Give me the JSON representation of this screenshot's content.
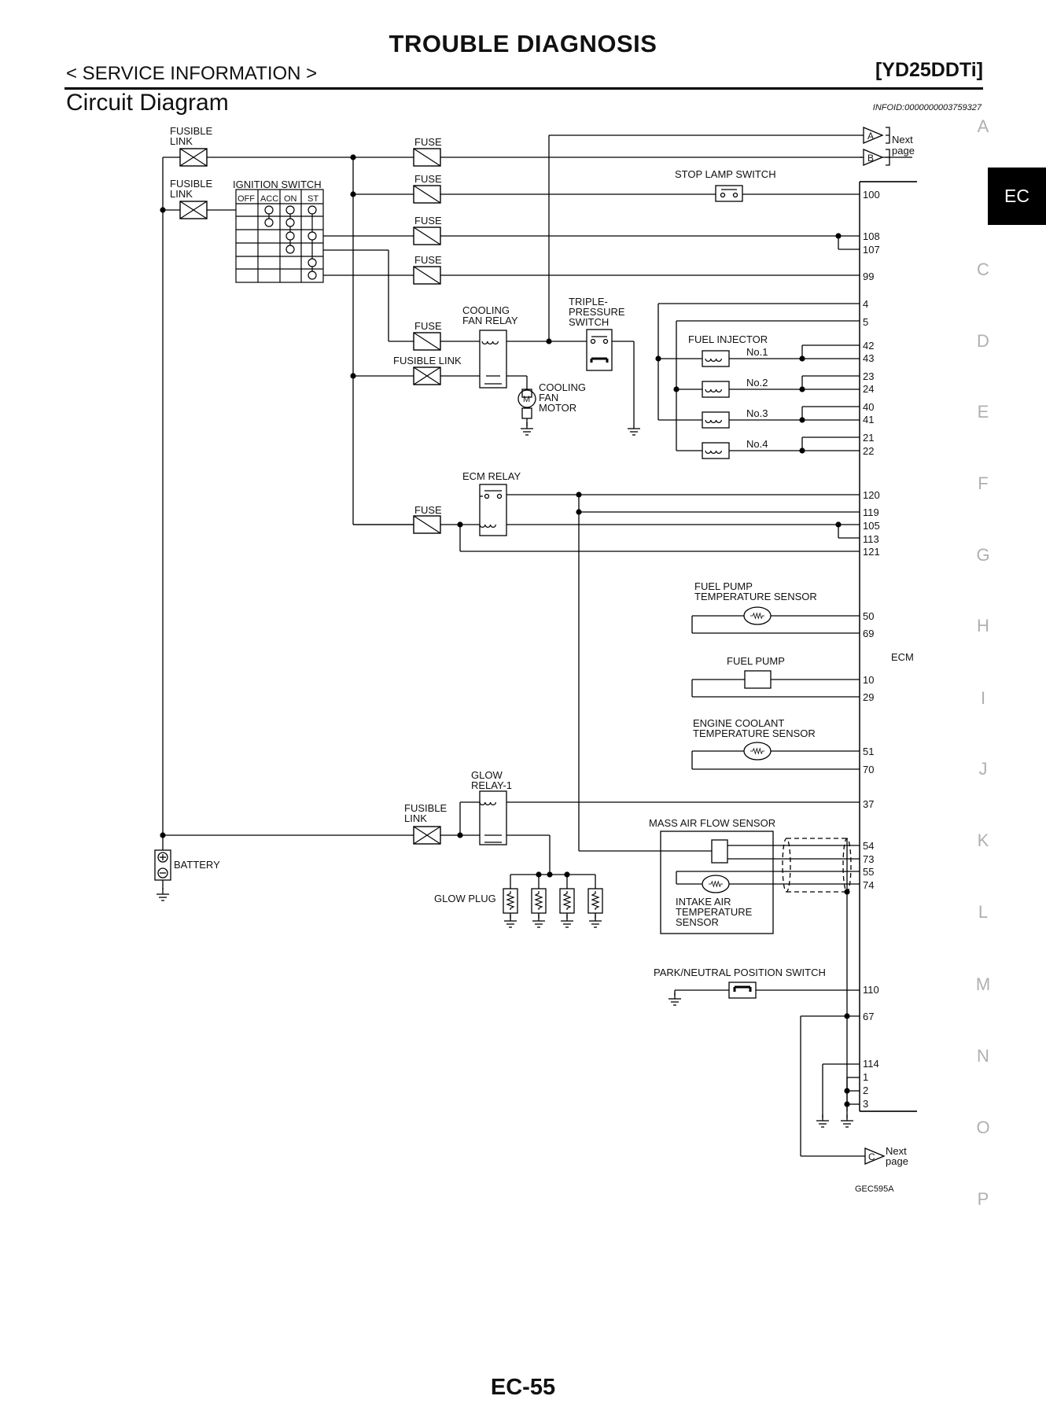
{
  "header": {
    "title": "TROUBLE DIAGNOSIS",
    "section": "< SERVICE INFORMATION >",
    "engine": "[YD25DDTi]",
    "subtitle": "Circuit Diagram",
    "infoid": "INFOID:0000000003759327"
  },
  "side_index": {
    "tabs": [
      "A",
      "EC",
      "C",
      "D",
      "E",
      "F",
      "G",
      "H",
      "I",
      "J",
      "K",
      "L",
      "M",
      "N",
      "O",
      "P"
    ],
    "active": "EC"
  },
  "diagram": {
    "labels": {
      "fusible_link": "FUSIBLE",
      "link": "LINK",
      "fusible_link_inline": "FUSIBLE LINK",
      "fuse": "FUSE",
      "ignition_switch": "IGNITION SWITCH",
      "stop_lamp_switch": "STOP LAMP SWITCH",
      "cooling_fan_relay_1": "COOLING",
      "cooling_fan_relay_2": "FAN RELAY",
      "triple_1": "TRIPLE-",
      "triple_2": "PRESSURE",
      "triple_3": "SWITCH",
      "cooling_fan_motor_1": "COOLING",
      "cooling_fan_motor_2": "FAN",
      "cooling_fan_motor_3": "MOTOR",
      "motor_symbol": "M",
      "fuel_injector": "FUEL INJECTOR",
      "ecm_relay": "ECM RELAY",
      "fuel_pump_temp_1": "FUEL PUMP",
      "fuel_pump_temp_2": "TEMPERATURE SENSOR",
      "fuel_pump": "FUEL PUMP",
      "ect_1": "ENGINE COOLANT",
      "ect_2": "TEMPERATURE SENSOR",
      "ecm": "ECM",
      "glow_relay_1": "GLOW",
      "glow_relay_2": "RELAY-1",
      "battery": "BATTERY",
      "glow_plug": "GLOW PLUG",
      "maf_sensor": "MASS AIR FLOW SENSOR",
      "iat_1": "INTAKE AIR",
      "iat_2": "TEMPERATURE",
      "iat_3": "SENSOR",
      "pnp_switch": "PARK/NEUTRAL POSITION SWITCH",
      "next_1": "Next",
      "next_2": "page",
      "connector_a": "A",
      "connector_b": "B",
      "connector_c": "C",
      "figure_id": "GEC595A"
    },
    "ignition_columns": [
      "OFF",
      "ACC",
      "ON",
      "ST"
    ],
    "injectors": [
      "No.1",
      "No.2",
      "No.3",
      "No.4"
    ],
    "ecm_pins": [
      "100",
      "108",
      "107",
      "99",
      "4",
      "5",
      "42",
      "43",
      "23",
      "24",
      "40",
      "41",
      "21",
      "22",
      "120",
      "119",
      "105",
      "113",
      "121",
      "50",
      "69",
      "10",
      "29",
      "51",
      "70",
      "37",
      "54",
      "73",
      "55",
      "74",
      "110",
      "67",
      "114",
      "1",
      "2",
      "3"
    ]
  },
  "footer": {
    "page": "EC-55"
  }
}
